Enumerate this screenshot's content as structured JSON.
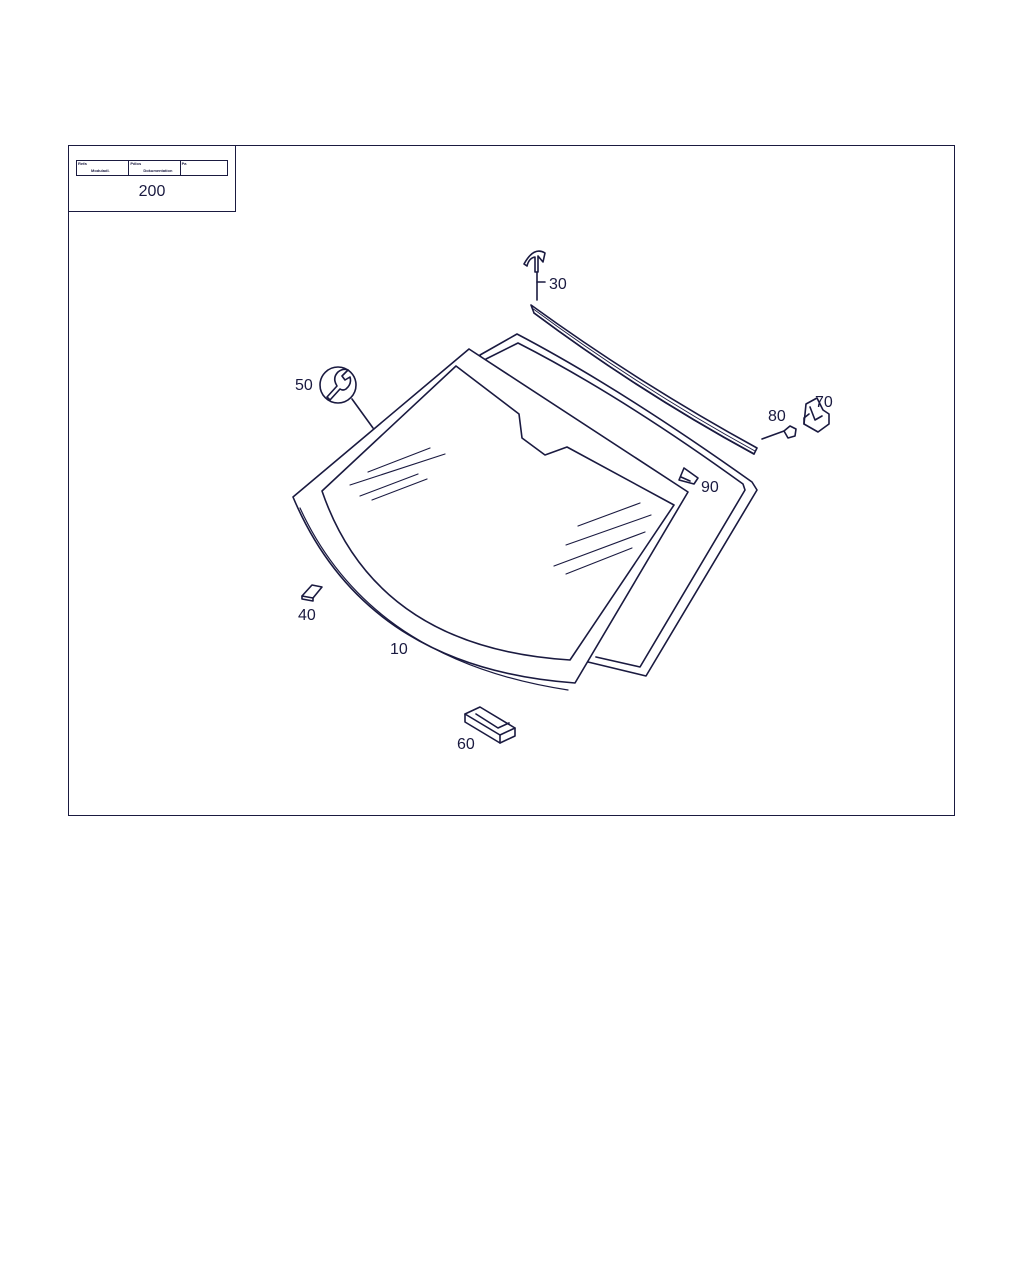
{
  "info_box": {
    "cells": [
      {
        "key": "Refa",
        "value": "Moduladl."
      },
      {
        "key": "Pdlos",
        "value": "Dokumentation"
      },
      {
        "key": "Pa",
        "value": ""
      }
    ],
    "number": "200"
  },
  "callouts": {
    "c10": "10",
    "c30": "30",
    "c40": "40",
    "c50": "50",
    "c60": "60",
    "c70": "70",
    "c80": "80",
    "c90": "90"
  },
  "colors": {
    "line": "#1a1a40",
    "background": "#ffffff"
  }
}
